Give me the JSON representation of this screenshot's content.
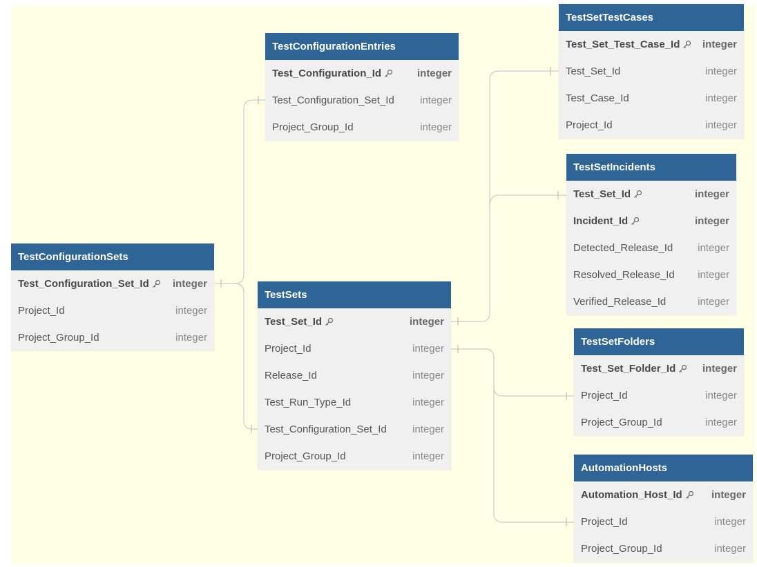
{
  "tables": {
    "test_configuration_entries": {
      "title": "TestConfigurationEntries",
      "columns": [
        {
          "name": "Test_Configuration_Id",
          "type": "integer",
          "pk": true
        },
        {
          "name": "Test_Configuration_Set_Id",
          "type": "integer",
          "pk": false
        },
        {
          "name": "Project_Group_Id",
          "type": "integer",
          "pk": false
        }
      ]
    },
    "test_set_test_cases": {
      "title": "TestSetTestCases",
      "columns": [
        {
          "name": "Test_Set_Test_Case_Id",
          "type": "integer",
          "pk": true
        },
        {
          "name": "Test_Set_Id",
          "type": "integer",
          "pk": false
        },
        {
          "name": "Test_Case_Id",
          "type": "integer",
          "pk": false
        },
        {
          "name": "Project_Id",
          "type": "integer",
          "pk": false
        }
      ]
    },
    "test_set_incidents": {
      "title": "TestSetIncidents",
      "columns": [
        {
          "name": "Test_Set_Id",
          "type": "integer",
          "pk": true
        },
        {
          "name": "Incident_Id",
          "type": "integer",
          "pk": true
        },
        {
          "name": "Detected_Release_Id",
          "type": "integer",
          "pk": false
        },
        {
          "name": "Resolved_Release_Id",
          "type": "integer",
          "pk": false
        },
        {
          "name": "Verified_Release_Id",
          "type": "integer",
          "pk": false
        }
      ]
    },
    "test_configuration_sets": {
      "title": "TestConfigurationSets",
      "columns": [
        {
          "name": "Test_Configuration_Set_Id",
          "type": "integer",
          "pk": true
        },
        {
          "name": "Project_Id",
          "type": "integer",
          "pk": false
        },
        {
          "name": "Project_Group_Id",
          "type": "integer",
          "pk": false
        }
      ]
    },
    "test_sets": {
      "title": "TestSets",
      "columns": [
        {
          "name": "Test_Set_Id",
          "type": "integer",
          "pk": true
        },
        {
          "name": "Project_Id",
          "type": "integer",
          "pk": false
        },
        {
          "name": "Release_Id",
          "type": "integer",
          "pk": false
        },
        {
          "name": "Test_Run_Type_Id",
          "type": "integer",
          "pk": false
        },
        {
          "name": "Test_Configuration_Set_Id",
          "type": "integer",
          "pk": false
        },
        {
          "name": "Project_Group_Id",
          "type": "integer",
          "pk": false
        }
      ]
    },
    "test_set_folders": {
      "title": "TestSetFolders",
      "columns": [
        {
          "name": "Test_Set_Folder_Id",
          "type": "integer",
          "pk": true
        },
        {
          "name": "Project_Id",
          "type": "integer",
          "pk": false
        },
        {
          "name": "Project_Group_Id",
          "type": "integer",
          "pk": false
        }
      ]
    },
    "automation_hosts": {
      "title": "AutomationHosts",
      "columns": [
        {
          "name": "Automation_Host_Id",
          "type": "integer",
          "pk": true
        },
        {
          "name": "Project_Id",
          "type": "integer",
          "pk": false
        },
        {
          "name": "Project_Group_Id",
          "type": "integer",
          "pk": false
        }
      ]
    }
  },
  "colors": {
    "canvas_background": "#ffffe6",
    "header_background": "#2f6496",
    "row_background": "#f0f0f0",
    "connector": "#c8c8c8"
  },
  "icons": {
    "primary_key": "key-icon"
  }
}
